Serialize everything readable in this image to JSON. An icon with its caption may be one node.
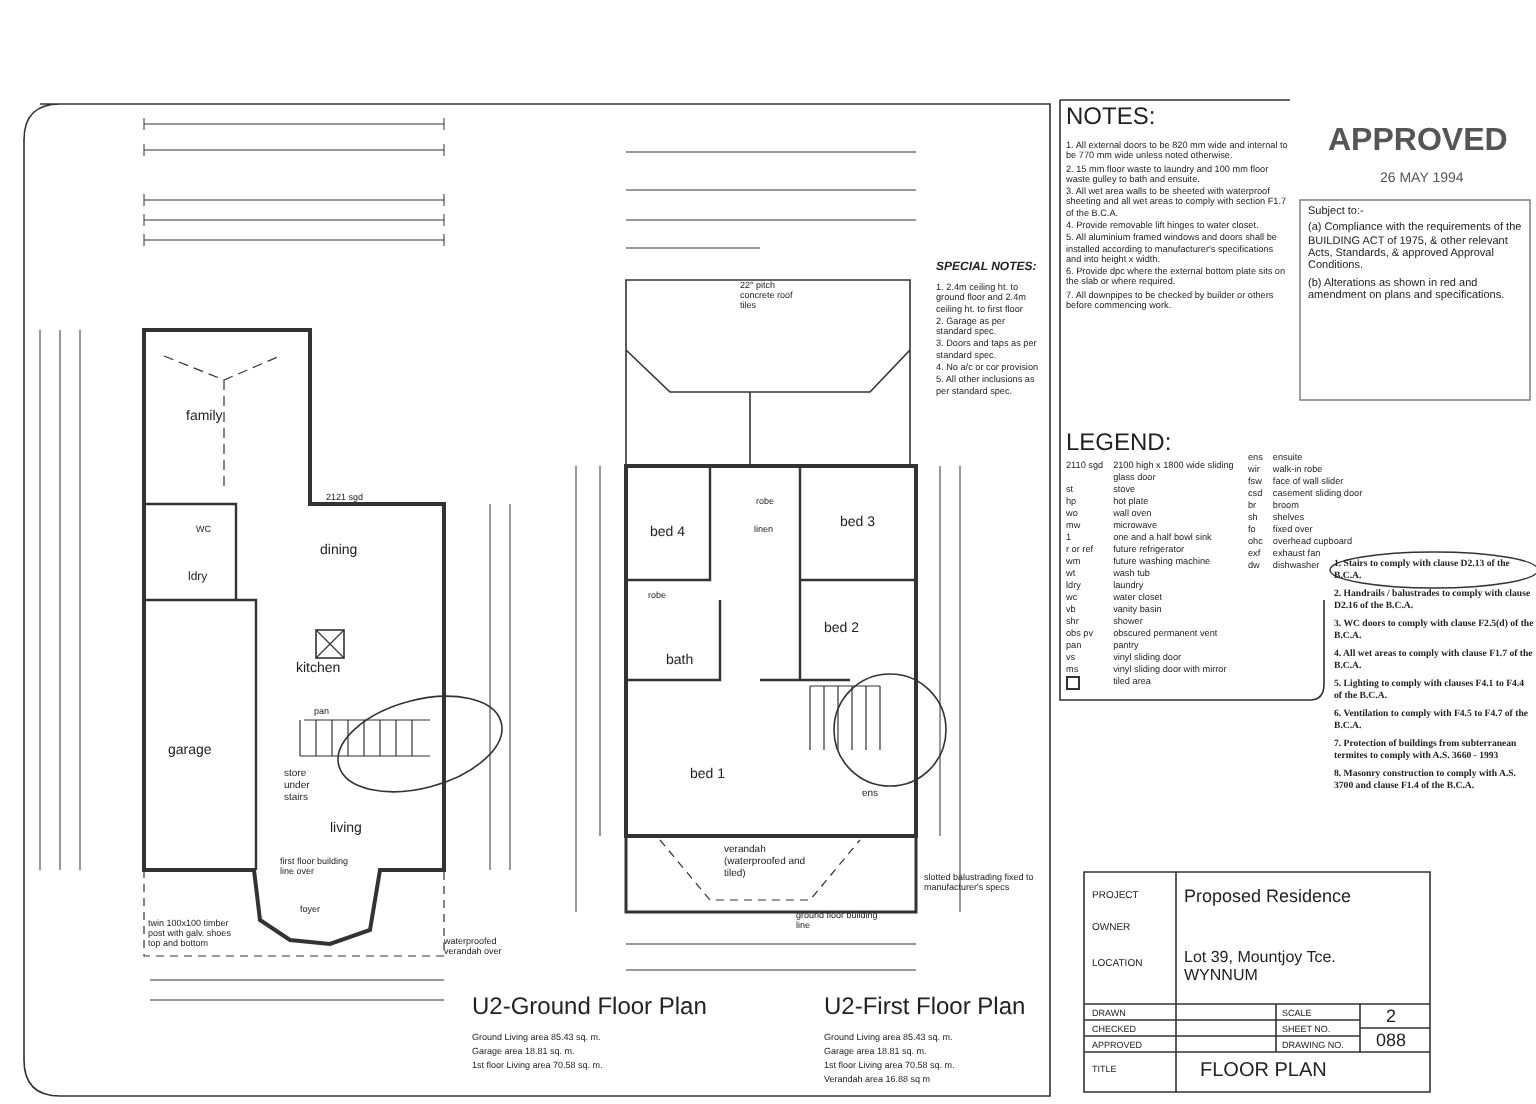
{
  "diagram": {
    "labels": [
      "family",
      "2121 sgd",
      "dining",
      "WC",
      "ldry",
      "kitchen",
      "pan",
      "store under stairs",
      "living",
      "garage",
      "first floor building line over",
      "waterproofed verandah over",
      "U2-Ground Floor Plan",
      "Ground Living area 85.43 sq. m.",
      "Garage area 18.81 sq. m.",
      "1st floor Living area 70.58 sq. m.",
      "22° pitch concrete roof tiles",
      "SPECIAL NOTES:",
      "1. 2.4m ceiling ht. to ground floor and 2.4m ceiling ht. to first floor",
      "2. Garage as per standard spec.",
      "3. Doors and taps as per standard spec.",
      "4. No a/c or cor provision",
      "5. All other inclusions as per standard spec.",
      "bed 4",
      "robe",
      "linen",
      "bed 3",
      "robe",
      "bath",
      "bed 2",
      "bed 1",
      "ens",
      "verandah (waterproofed and tiled)",
      "slotted balustrading fixed to manufacturer's specs",
      "ground floor building line",
      "U2-First Floor Plan",
      "Ground Living area 85.43 sq. m.",
      "Garage area 18.81 sq. m.",
      "1st floor Living area 70.58 sq. m.",
      "Verandah area 16.88 sq m",
      "NOTES:",
      "1. All external doors to be 820 mm wide and internal to be 770 mm wide unless noted otherwise.",
      "2. 15 mm floor waste to laundry and 100 mm floor waste gulley to bath and ensuite.",
      "3. All wet area walls to be sheeted with waterproof sheeting and all wet areas to comply with section F1.7 of the B.C.A.",
      "4. Provide removable lift hinges to water closet.",
      "5. All aluminium framed windows and doors shall be installed according to manufacturer's specifications and into height x width.",
      "6. Provide dpc where the external bottom plate sits on the slab or where required.",
      "7. All downpipes to be checked by builder or others before commencing work.",
      "LEGEND:",
      "2110 sgd",
      "2100 high x 1800 wide sliding glass door",
      "st",
      "stove",
      "hp",
      "hot plate",
      "wo",
      "wall oven",
      "mw",
      "microwave",
      "1",
      "one and a half bowl sink",
      "r or ref",
      "future refrigerator",
      "wm",
      "future washing machine",
      "wt",
      "wash tub",
      "ldry",
      "laundry",
      "wc",
      "water closet",
      "vb",
      "vanity basin",
      "shr",
      "shower",
      "obs pv",
      "obscured permanent vent",
      "pan",
      "pantry",
      "vs",
      "vinyl sliding door",
      "ms",
      "vinyl sliding door with mirror",
      "tiled area",
      "ens",
      "ensuite",
      "wir",
      "walk-in robe",
      "fsw",
      "face of wall slider",
      "csd",
      "casement sliding door",
      "br",
      "broom",
      "sh",
      "shelves",
      "fo",
      "fixed over",
      "ohc",
      "overhead cupboard",
      "exf",
      "exhaust fan",
      "dw",
      "dishwasher",
      "APPROVED",
      "26 MAY 1994",
      "Subject to:-",
      "(a) Compliance with the requirements of the BUILDING ACT of 1975, & other relevant Acts, Standards, & approved Approval Conditions.",
      "(b) Alterations as shown in red and amendment on plans and specifications.",
      "1. Stairs to comply with clause D2.13 of the B.C.A.",
      "2. Handrails / balustrades to comply with clause D2.16 of the B.C.A.",
      "3. WC doors to comply with clause F2.5(d) of the B.C.A.",
      "4. All wet areas to comply with clause F1.7 of the B.C.A.",
      "5. Lighting to comply with clauses F4.1 to F4.4 of the B.C.A.",
      "6. Ventilation to comply with F4.5 to F4.7 of the B.C.A.",
      "7. Protection of buildings from subterranean termites to comply with A.S. 3660 - 1993",
      "8. Masonry construction to comply with A.S. 3700 and clause F1.4 of the B.C.A.",
      "PROJECT",
      "Proposed Residence",
      "OWNER",
      "LOCATION",
      "Lot 39, Mountjoy Tce. WYNNUM",
      "DRAWN",
      "CHECKED",
      "APPROVED",
      "TITLE",
      "SCALE",
      "SHEET NO.",
      "2",
      "DRAWING NO.",
      "088",
      "FLOOR PLAN",
      "foyer",
      "twin 100x100 timber post with galv. shoes top and bottom"
    ]
  }
}
